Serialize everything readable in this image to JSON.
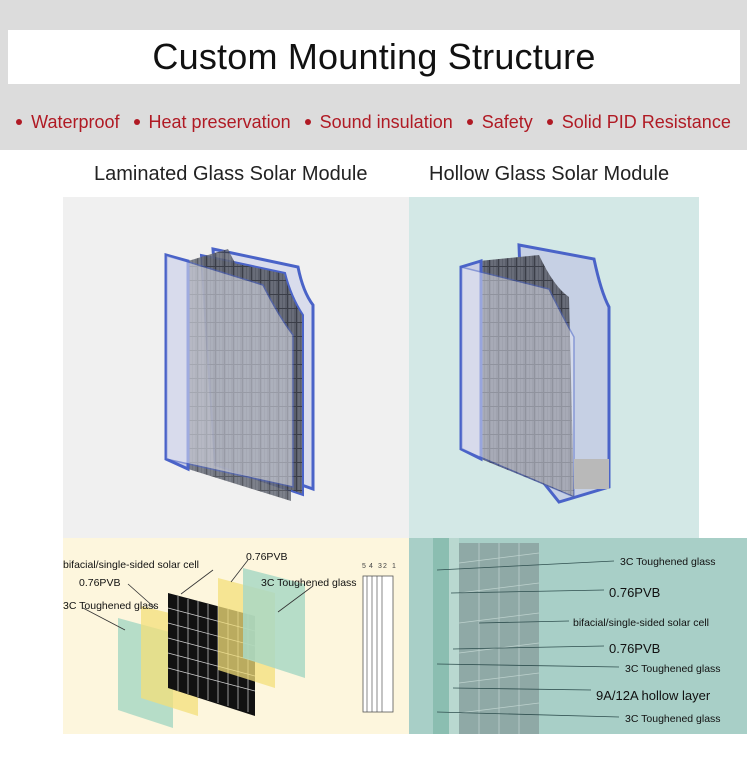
{
  "title": "Custom Mounting Structure",
  "features": [
    "Waterproof",
    "Heat preservation",
    "Sound insulation",
    "Safety",
    "Solid PID Resistance"
  ],
  "modules": {
    "laminated": {
      "heading": "Laminated Glass Solar Module",
      "callouts": {
        "cell": "bifacial/single-sided solar cell",
        "pvb_left": "0.76PVB",
        "pvb_right": "0.76PVB",
        "glass_right": "3C Toughened glass",
        "glass_left": "3C Toughened glass"
      },
      "layer_numbers": [
        "5",
        "4",
        "3",
        "2",
        "1"
      ]
    },
    "hollow": {
      "heading": "Hollow Glass Solar Module",
      "callouts": {
        "glass_1": "3C Toughened glass",
        "pvb_1": "0.76PVB",
        "cell": "bifacial/single-sided solar cell",
        "pvb_2": "0.76PVB",
        "glass_2": "3C Toughened glass",
        "hollow": "9A/12A hollow layer",
        "glass_3": "3C Toughened glass"
      }
    }
  },
  "colors": {
    "feature_red": "#b01a24",
    "glass_edge": "#4a63c8",
    "pvb_yellow": "#f3df7a",
    "glass_green": "#a9d8c4"
  }
}
